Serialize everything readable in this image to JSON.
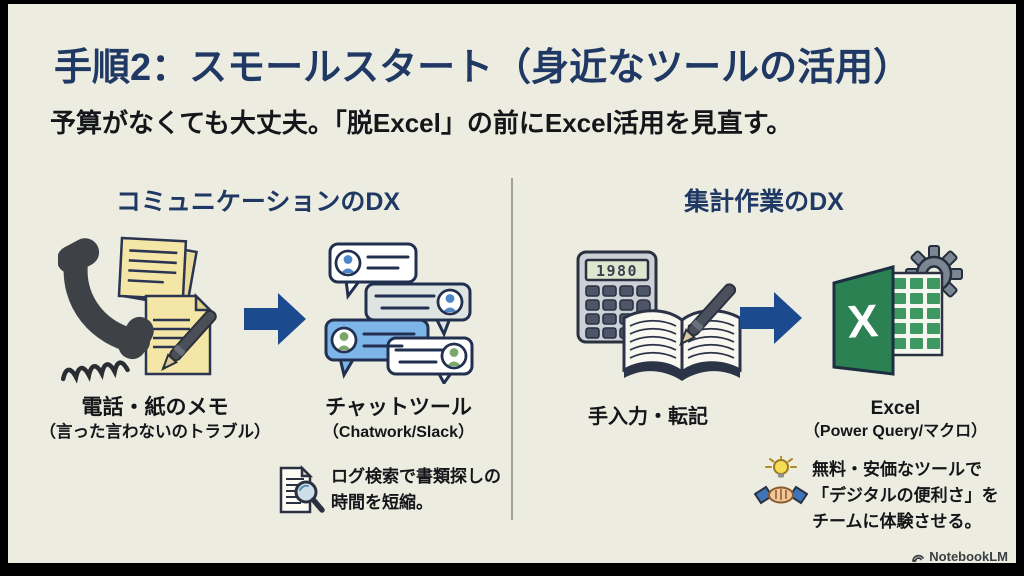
{
  "title": "手順2：スモールスタート（身近なツールの活用）",
  "subtitle": "予算がなくても大丈夫。「脱Excel」の前にExcel活用を見直す。",
  "left": {
    "header": "コミュニケーションのDX",
    "before": {
      "label": "電話・紙のメモ",
      "sublabel": "（言った言わないのトラブル）"
    },
    "after": {
      "label": "チャットツール",
      "sublabel": "（Chatwork/Slack）"
    },
    "note": {
      "line1": "ログ検索で書類探しの",
      "line2": "時間を短縮。"
    }
  },
  "right": {
    "header": "集計作業のDX",
    "before": {
      "label": "手入力・転記"
    },
    "after": {
      "label": "Excel",
      "sublabel": "（Power Query/マクロ）"
    },
    "note": {
      "line1": "無料・安価なツールで",
      "line2": "「デジタルの便利さ」を",
      "line3": "チームに体験させる。"
    }
  },
  "icons": {
    "calculator_display": "1980",
    "excel_letter": "X"
  },
  "watermark": "NotebookLM",
  "colors": {
    "slide_background": "#ECEDE0",
    "frame": "#000000",
    "title_navy": "#1F3864",
    "body_text": "#15161A",
    "arrow_blue": "#1B4A8F",
    "divider_gray": "#9FA396",
    "excel_green": "#2C8152",
    "memo_yellow": "#F4E6A6",
    "chat_blue": "#7DB5E8"
  }
}
